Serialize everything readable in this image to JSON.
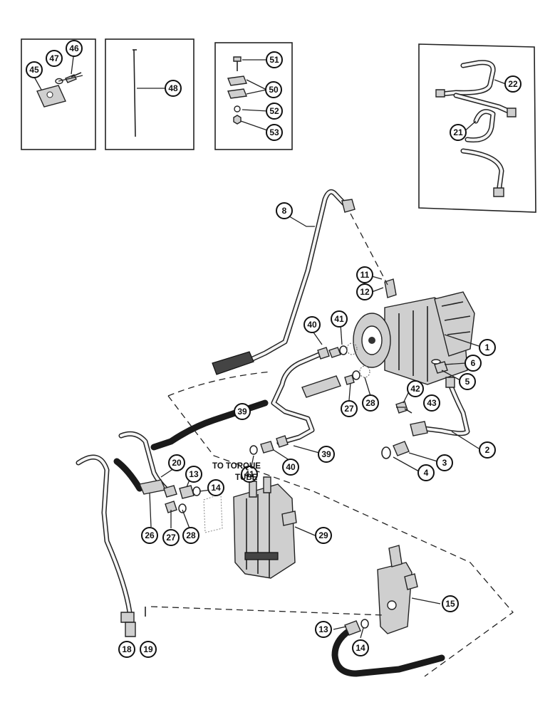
{
  "callouts": {
    "c1": "1",
    "c2": "2",
    "c3": "3",
    "c4": "4",
    "c5": "5",
    "c6": "6",
    "c8": "8",
    "c11": "11",
    "c12": "12",
    "c13a": "13",
    "c13b": "13",
    "c14a": "14",
    "c14b": "14",
    "c15": "15",
    "c18": "18",
    "c19": "19",
    "c20": "20",
    "c21": "21",
    "c22": "22",
    "c26": "26",
    "c27a": "27",
    "c27b": "27",
    "c28a": "28",
    "c28b": "28",
    "c29": "29",
    "c39a": "39",
    "c39b": "39",
    "c40a": "40",
    "c40b": "40",
    "c41a": "41",
    "c41b": "41",
    "c42": "42",
    "c43": "43",
    "c45": "45",
    "c46": "46",
    "c47": "47",
    "c48": "48",
    "c50": "50",
    "c51": "51",
    "c52": "52",
    "c53": "53"
  },
  "note": {
    "line1": "TO TORQUE",
    "line2": "TUBE"
  }
}
